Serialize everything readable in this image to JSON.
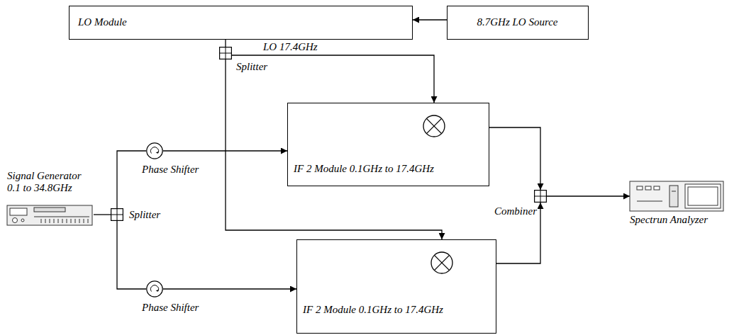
{
  "diagram": {
    "nodes": [
      {
        "text": [
          "LO Module"
        ]
      },
      {
        "text": [
          "8.7GHz LO Source"
        ]
      },
      {
        "text": [
          "Splitter"
        ]
      },
      {
        "text": [
          "IF 2 Module 0.1GHz to 17.4GHz"
        ]
      },
      {
        "text": [
          "Phase Shifter"
        ]
      },
      {
        "text": [
          "Signal Generator 0.1 to 34.8GHz"
        ]
      },
      {
        "text": [
          "Splitter"
        ]
      },
      {
        "text": [
          "Combiner"
        ]
      },
      {
        "text": [
          "Spectrun Analyzer"
        ]
      },
      {
        "text": [
          "IF 2 Module 0.1GHz to 17.4GHz"
        ]
      },
      {
        "text": [
          "Phase Shifter"
        ]
      }
    ],
    "edges": [
      {
        "from": 1,
        "to": 0,
        "arrow": "to"
      },
      {
        "from": 0,
        "to": 2,
        "arrow": "none"
      },
      {
        "from": 2,
        "to": 3,
        "label": "LO 17.4GHz",
        "arrow": "to"
      },
      {
        "from": 2,
        "to": 9,
        "arrow": "to"
      },
      {
        "from": 5,
        "to": 6,
        "arrow": "none"
      },
      {
        "from": 6,
        "to": 4,
        "arrow": "none"
      },
      {
        "from": 4,
        "to": 3,
        "arrow": "to"
      },
      {
        "from": 6,
        "to": 10,
        "arrow": "none"
      },
      {
        "from": 10,
        "to": 9,
        "arrow": "to"
      },
      {
        "from": 3,
        "to": 7,
        "arrow": "to"
      },
      {
        "from": 9,
        "to": 7,
        "arrow": "to"
      },
      {
        "from": 7,
        "to": 8,
        "arrow": "to"
      }
    ]
  }
}
